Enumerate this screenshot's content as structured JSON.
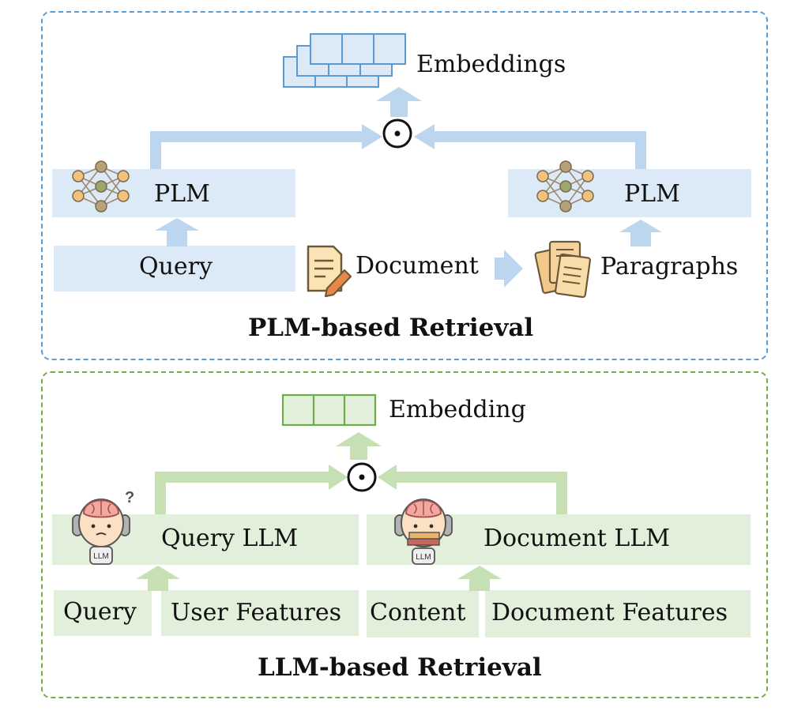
{
  "plm_section": {
    "embeddings_label": "Embeddings",
    "operator_symbol": "⊙",
    "left_plm_label": "PLM",
    "right_plm_label": "PLM",
    "query_label": "Query",
    "document_label": "Document",
    "paragraphs_label": "Paragraphs",
    "title": "PLM-based Retrieval",
    "color": "#5b9bd5",
    "fill": "#dce9f6"
  },
  "llm_section": {
    "embedding_label": "Embedding",
    "operator_symbol": "⊙",
    "query_llm_label": "Query LLM",
    "document_llm_label": "Document LLM",
    "query_label": "Query",
    "user_features_label": "User Features",
    "content_label": "Content",
    "document_features_label": "Document Features",
    "title": "LLM-based Retrieval",
    "llm_badge": "LLM",
    "question_mark": "?",
    "color": "#70ad47",
    "fill": "#e2efda"
  },
  "icons": [
    "neural-network-icon",
    "document-pencil-icon",
    "paragraphs-icon",
    "llm-brain-thinking-icon",
    "llm-brain-reading-icon",
    "embedding-vectors-icon"
  ]
}
